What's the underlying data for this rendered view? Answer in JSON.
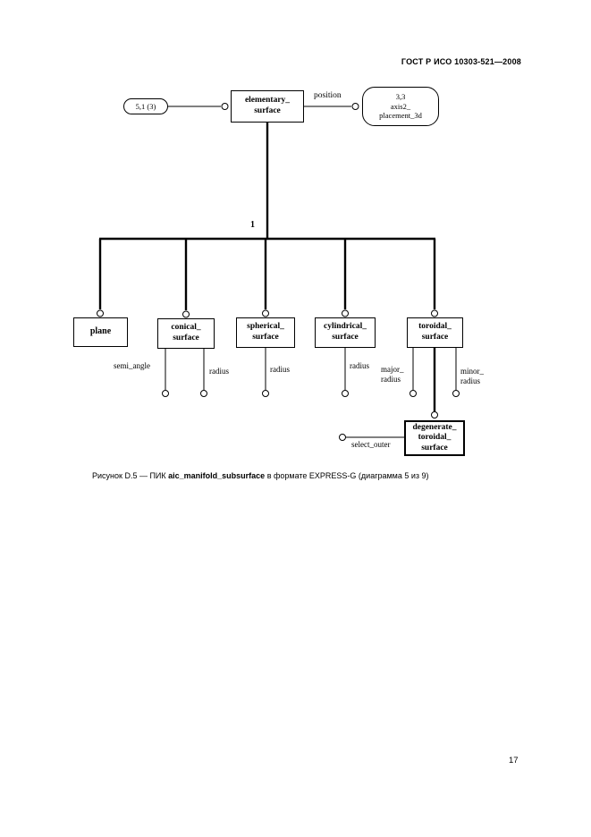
{
  "header": {
    "title": "ГОСТ Р ИСО 10303-521—2008"
  },
  "diagram": {
    "page_ref": "5,1 (3)",
    "position_label": "position",
    "one_label": "1",
    "boxes": {
      "elementary": {
        "l1": "elementary_",
        "l2": "surface"
      },
      "axis2": {
        "l1": "3,3",
        "l2": "axis2_",
        "l3": "placement_3d"
      },
      "plane": {
        "l1": "plane"
      },
      "conical": {
        "l1": "conical_",
        "l2": "surface"
      },
      "spherical": {
        "l1": "spherical_",
        "l2": "surface"
      },
      "cylindrical": {
        "l1": "cylindrical_",
        "l2": "surface"
      },
      "toroidal": {
        "l1": "toroidal_",
        "l2": "surface"
      },
      "degenerate": {
        "l1": "degenerate_",
        "l2": "toroidal_",
        "l3": "surface"
      }
    },
    "attributes": {
      "semi_angle": "semi_angle",
      "radius_conical": "radius",
      "radius_spherical": "radius",
      "radius_cylindrical": "radius",
      "major_radius_l1": "major_",
      "major_radius_l2": "radius",
      "minor_radius_l1": "minor_",
      "minor_radius_l2": "radius",
      "select_outer": "select_outer"
    }
  },
  "caption": {
    "prefix": "Рисунок D.5 — ПИК ",
    "bold": "aic_manifold_subsurface",
    "suffix": " в формате EXPRESS-G (диаграмма 5 из 9)"
  },
  "footer": {
    "page_number": "17"
  }
}
